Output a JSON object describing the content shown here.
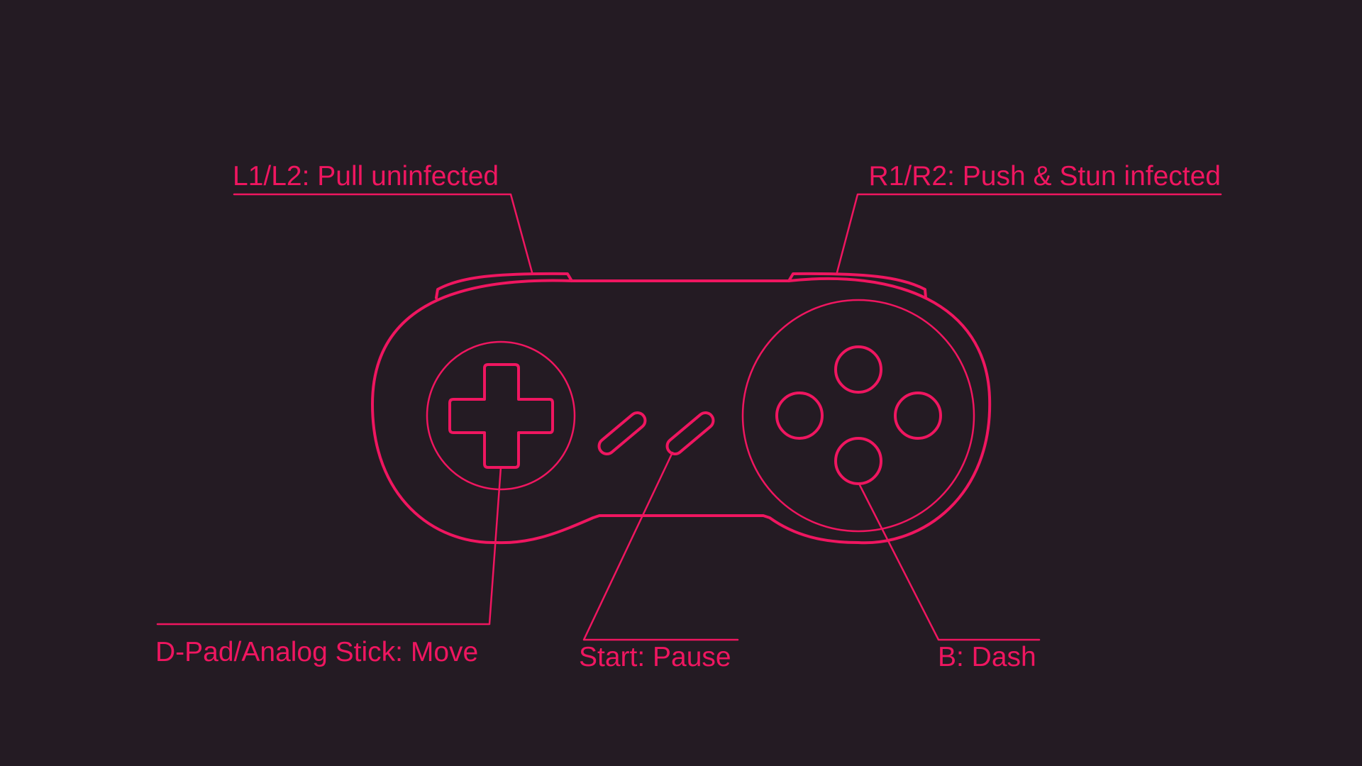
{
  "theme": {
    "background": "#241b23",
    "accent": "#ef1660"
  },
  "controls": {
    "shoulder_left": "L1/L2: Pull uninfected",
    "shoulder_right": "R1/R2: Push & Stun infected",
    "dpad": "D-Pad/Analog Stick: Move",
    "start": "Start: Pause",
    "b_button": "B: Dash"
  }
}
